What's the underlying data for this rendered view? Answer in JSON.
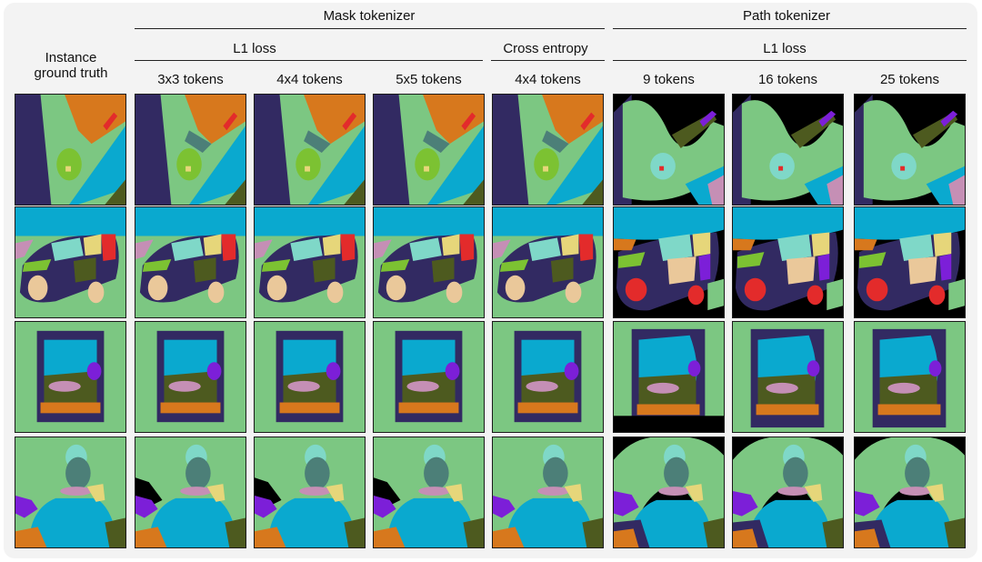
{
  "headers": {
    "groups": [
      {
        "label": "Mask tokenizer"
      },
      {
        "label": "Path tokenizer"
      }
    ],
    "losses": [
      {
        "label": "L1 loss"
      },
      {
        "label": "Cross entropy"
      },
      {
        "label": "L1 loss"
      }
    ],
    "row_header": {
      "line1": "Instance",
      "line2": "ground truth"
    },
    "columns": [
      {
        "label": "3x3 tokens"
      },
      {
        "label": "4x4 tokens"
      },
      {
        "label": "5x5 tokens"
      },
      {
        "label": "4x4 tokens"
      },
      {
        "label": "9 tokens"
      },
      {
        "label": "16 tokens"
      },
      {
        "label": "25 tokens"
      }
    ]
  },
  "grid": {
    "row_count": 4,
    "column_count": 8
  },
  "colors": {
    "green": "#7cc782",
    "orange": "#d7781d",
    "cyan": "#0aa9cf",
    "navy": "#322a62",
    "olive": "#4d5a1f",
    "teal": "#4c7f78",
    "mint": "#7fd8c8",
    "lime": "#7cc232",
    "red": "#e32b2b",
    "violet": "#7c1fd8",
    "pink": "#c58fb5",
    "yellow": "#e6d67a",
    "peach": "#eac89a",
    "black": "#000000"
  }
}
